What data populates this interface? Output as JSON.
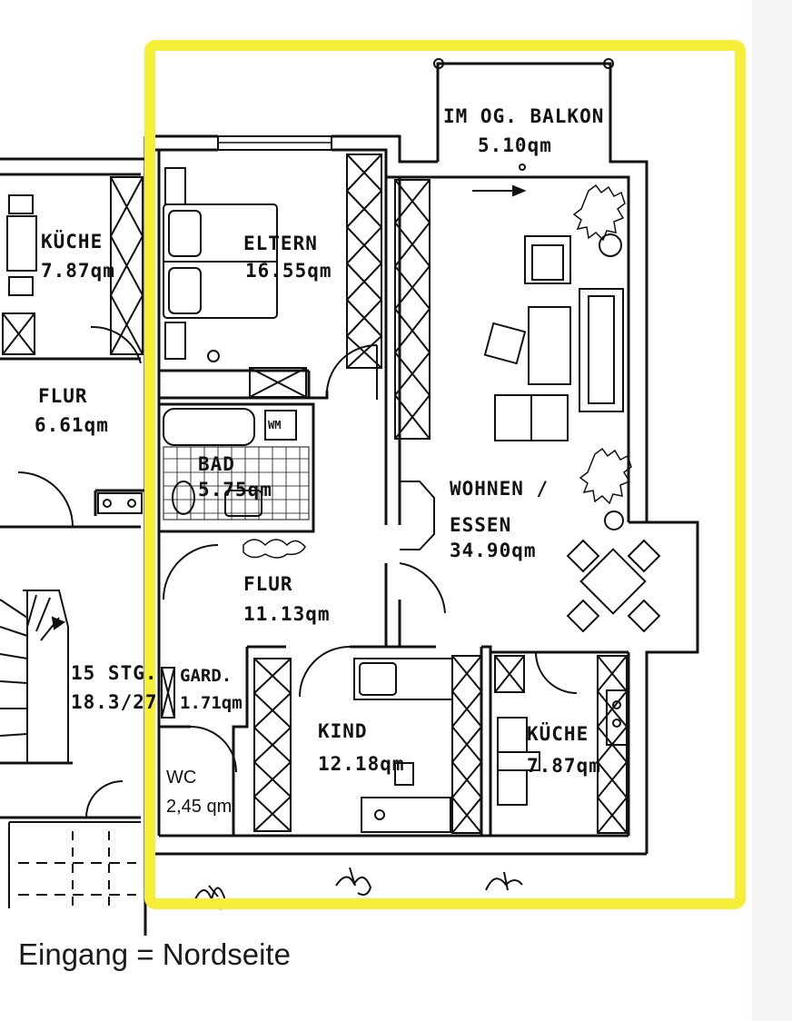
{
  "highlight_color": "#f6ef3a",
  "caption": "Eingang = Nordseite",
  "rooms": {
    "balkon_name": "IM OG. BALKON",
    "balkon_area": "5.10qm",
    "eltern_name": "ELTERN",
    "eltern_area": "16.55qm",
    "wohnen_name_1": "WOHNEN /",
    "wohnen_name_2": "ESSEN",
    "wohnen_area": "34.90qm",
    "flur_name": "FLUR",
    "flur_area": "11.13qm",
    "bad_name": "BAD",
    "bad_area": "5.75qm",
    "wm_label": "WM",
    "gard_name": "GARD.",
    "gard_area": "1.71qm",
    "wc_name": "WC",
    "wc_area": "2,45 qm",
    "kind_name": "KIND",
    "kind_area": "12.18qm",
    "kueche_name": "KÜCHE",
    "kueche_area": "7.87qm"
  },
  "neighbor": {
    "kueche_name": "KÜCHE",
    "kueche_area": "7.87qm",
    "flur_name": "FLUR",
    "flur_area": "6.61qm",
    "stairs_label_1": "15 STG.",
    "stairs_label_2": "18.3/27"
  }
}
